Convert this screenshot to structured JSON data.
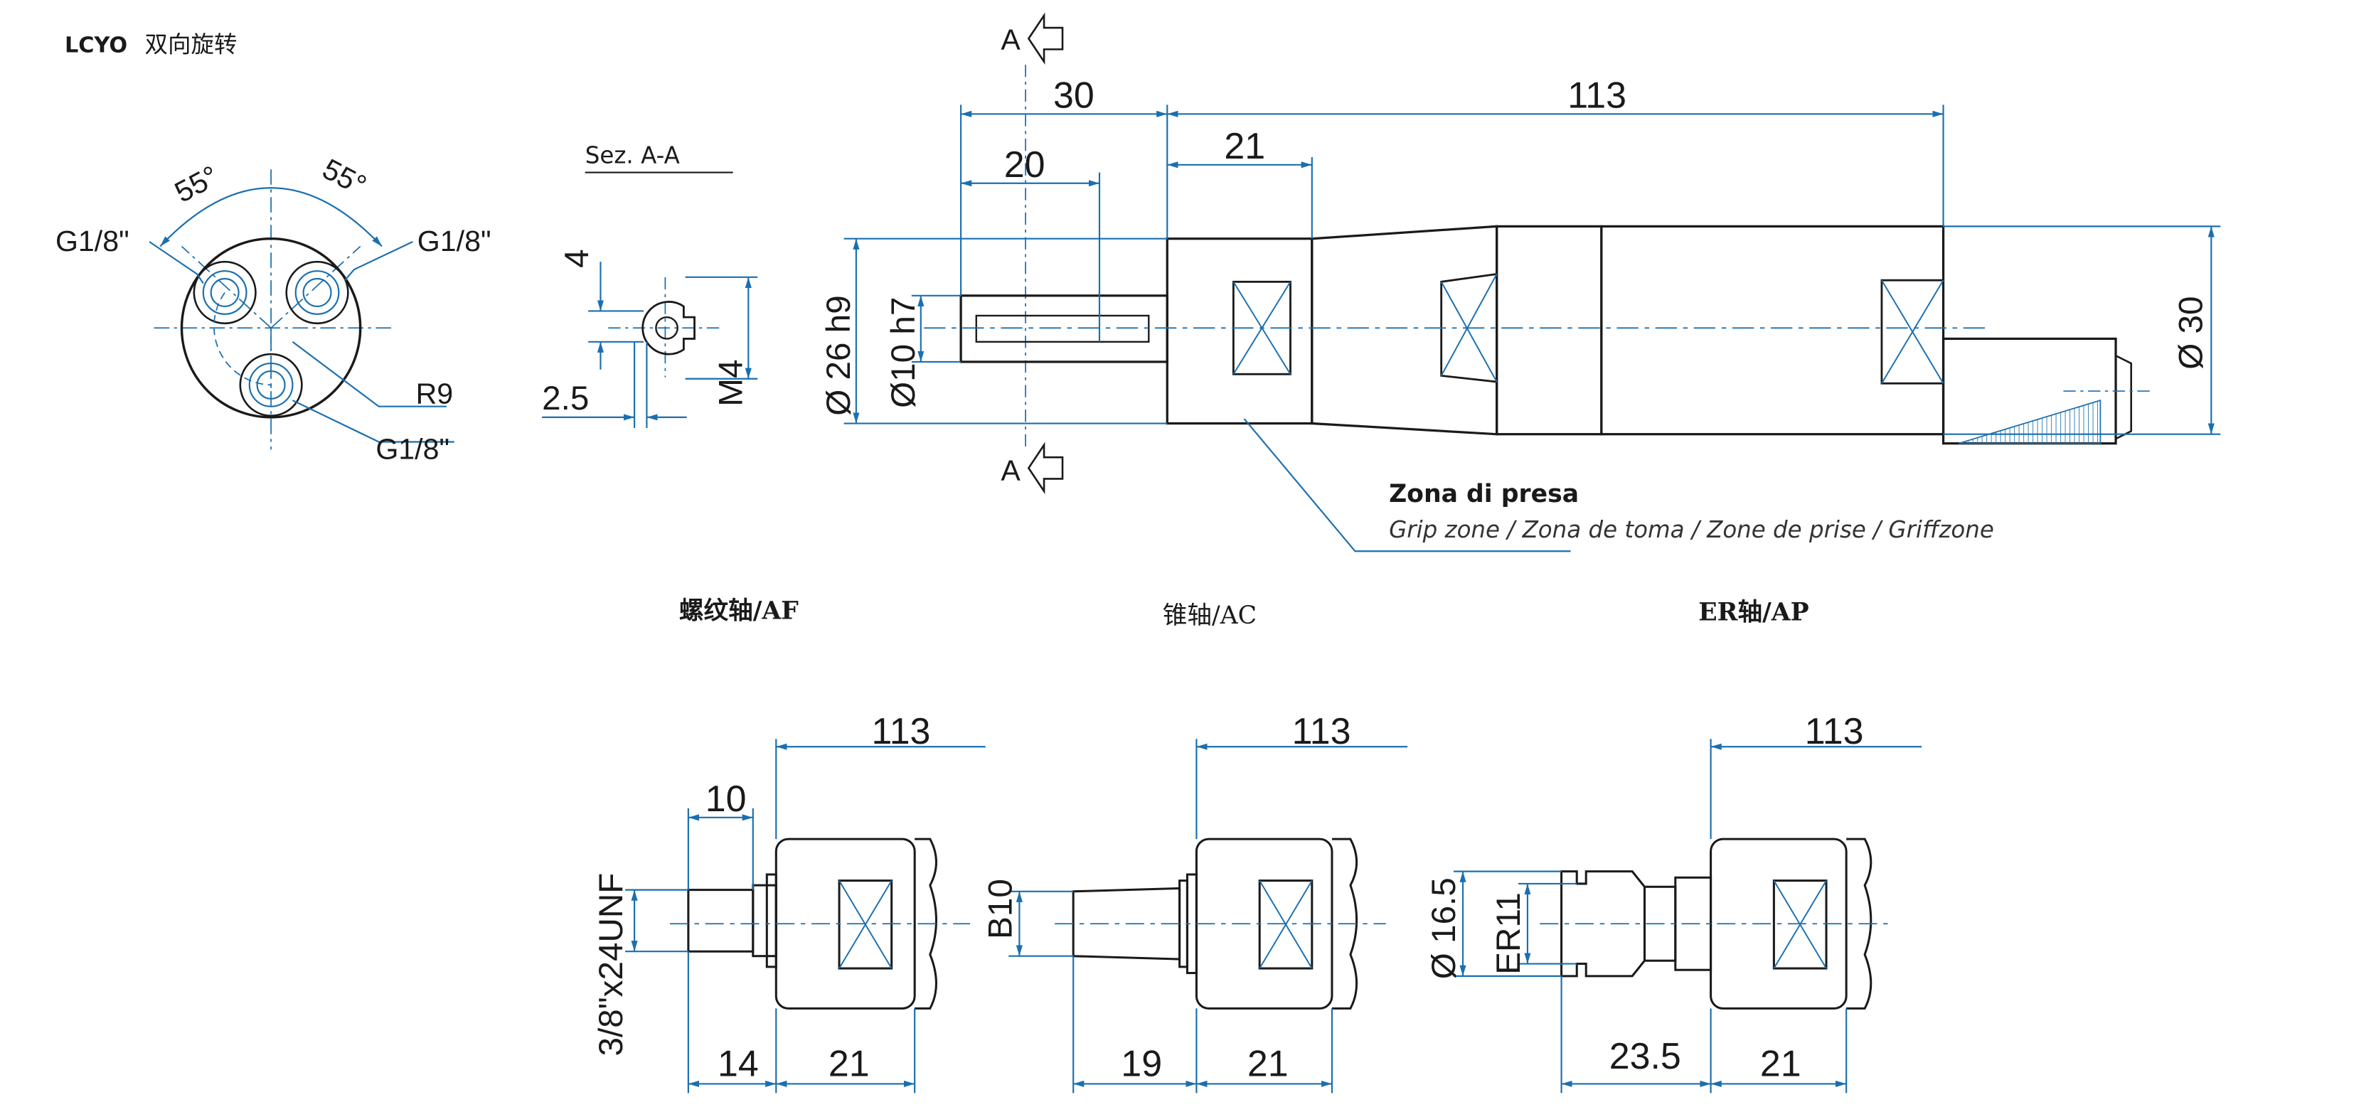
{
  "header": {
    "model": "LCYO",
    "subtitle": "双向旋转"
  },
  "colors": {
    "outline": "#1a1a1a",
    "dimension": "#1a6fb0",
    "background": "#ffffff"
  },
  "end_view": {
    "angle_left": "55°",
    "angle_right": "55°",
    "port_top_left": "G1/8\"",
    "port_top_right": "G1/8\"",
    "port_bottom": "G1/8\"",
    "radius": "R9"
  },
  "section": {
    "title": "Sez. A-A",
    "dim_4": "4",
    "dim_2_5": "2.5",
    "dim_m4": "M4"
  },
  "main_view": {
    "cut_mark_top": "A",
    "cut_mark_bottom": "A",
    "dim_30": "30",
    "dim_113": "113",
    "dim_20": "20",
    "dim_21": "21",
    "dia_26h9": "Ø 26 h9",
    "dia_10h7": "Ø10 h7",
    "dia_30": "Ø 30",
    "grip_title": "Zona di presa",
    "grip_subtitle": "Grip zone / Zona de toma / Zone de prise / Griffzone"
  },
  "variants": [
    {
      "title": "螺纹轴/AF",
      "dim_total": "113",
      "dim_top": "10",
      "thread": "3/8\"x24UNF",
      "dim_a": "14",
      "dim_b": "21"
    },
    {
      "title": "锥轴/AC",
      "dim_total": "113",
      "taper": "B10",
      "dim_a": "19",
      "dim_b": "21"
    },
    {
      "title": "ER轴/AP",
      "dim_total": "113",
      "dia": "Ø 16.5",
      "collet": "ER11",
      "dim_a": "23.5",
      "dim_b": "21"
    }
  ]
}
